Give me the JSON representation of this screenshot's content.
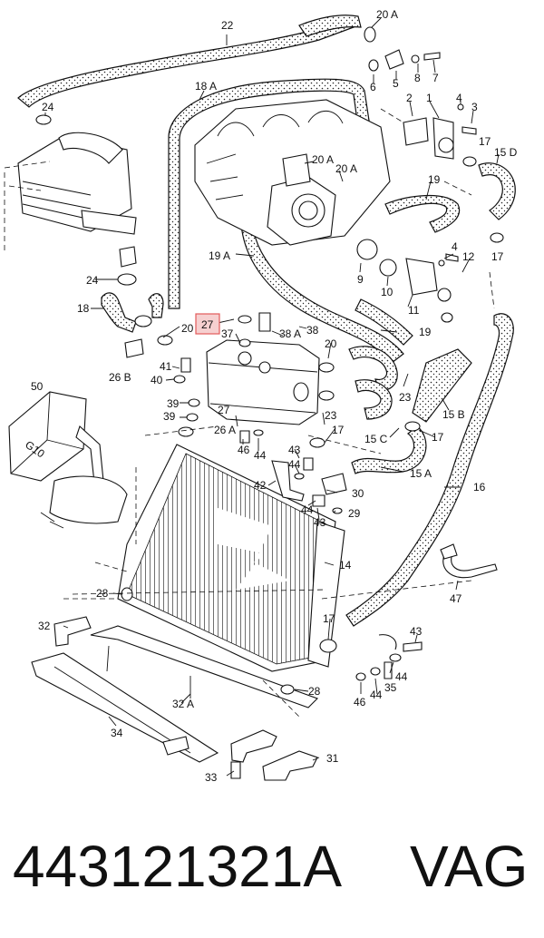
{
  "diagram": {
    "labels": {
      "l22": "22",
      "l20a_top": "20 A",
      "l6": "6",
      "l5": "5",
      "l8": "8",
      "l7": "7",
      "l24_top": "24",
      "l18a": "18 A",
      "l2": "2",
      "l1": "1",
      "l4_top": "4",
      "l3": "3",
      "l17_a": "17",
      "l15d": "15 D",
      "l20a_mid1": "20 A",
      "l20a_mid2": "20 A",
      "l19_top": "19",
      "l9": "9",
      "l10": "10",
      "l4_mid": "4",
      "l12": "12",
      "l17_b": "17",
      "l19a": "19 A",
      "l11": "11",
      "l24_mid": "24",
      "l18": "18",
      "l20_left": "20",
      "l27": "27",
      "l37": "37",
      "l38a": "38 A",
      "l38": "38",
      "l19_mid": "19",
      "l41": "41",
      "l26b": "26 B",
      "l40": "40",
      "l20_right": "20",
      "l23_a": "23",
      "l15b": "15 B",
      "l50": "50",
      "l39_a": "39",
      "l39_b": "39",
      "l27_low": "27",
      "l26a": "26 A",
      "l23_b": "23",
      "l17_c": "17",
      "l17_d": "17",
      "l15c": "15 C",
      "l46_a": "46",
      "l44_a": "44",
      "l43_a": "43",
      "l44_b": "44",
      "l42": "42",
      "l15a": "15 A",
      "l30": "30",
      "l16": "16",
      "l44_c": "44",
      "l43_b": "43",
      "l29": "29",
      "l14": "14",
      "l47": "47",
      "l28_a": "28",
      "l17_e": "17",
      "l32": "32",
      "l43_c": "43",
      "l44_d": "44",
      "l46_b": "46",
      "l44_e": "44",
      "l35": "35",
      "l28_b": "28",
      "l32a": "32 A",
      "l34": "34",
      "l31": "31",
      "l33": "33",
      "tank_mark": "G10"
    }
  },
  "footer": {
    "part_number": "443121321A",
    "brand": "VAG"
  },
  "colors": {
    "highlight_fill": "#f6d0d0",
    "highlight_stroke": "#e25a5a"
  }
}
